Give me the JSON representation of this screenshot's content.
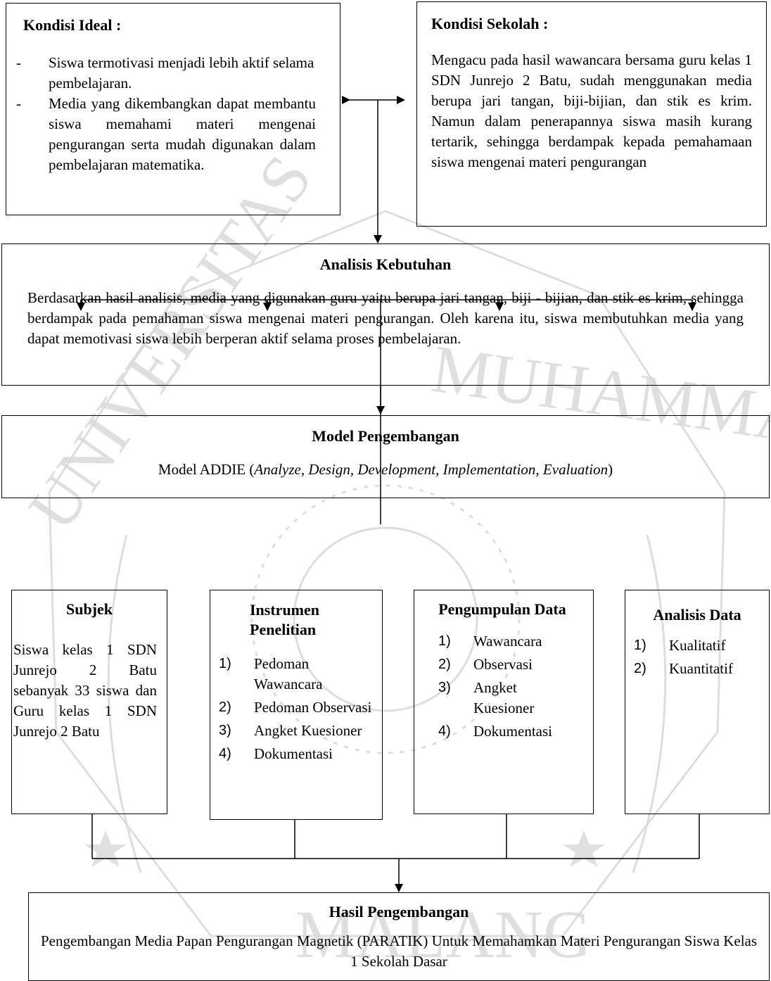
{
  "kondisi_ideal": {
    "title": "Kondisi Ideal :",
    "items": [
      "Siswa termotivasi menjadi lebih aktif selama pembelajaran.",
      "Media yang dikembangkan dapat membantu siswa memahami materi mengenai pengurangan serta mudah digunakan dalam pembelajaran matematika."
    ],
    "bullet": "-"
  },
  "kondisi_sekolah": {
    "title": "Kondisi Sekolah :",
    "text": "Mengacu pada hasil wawancara bersama guru kelas 1 SDN Junrejo 2 Batu, sudah menggunakan media berupa jari tangan, biji-bijian, dan stik es krim. Namun dalam penerapannya siswa masih kurang tertarik, sehingga berdampak kepada pemahamaan siswa mengenai materi pengurangan"
  },
  "analisis_kebutuhan": {
    "title": "Analisis Kebutuhan",
    "text": "Berdasarkan hasil analisis, media yang digunakan guru yaitu berupa jari tangan, biji - bijian, dan stik es krim, sehingga berdampak pada pemahaman siswa mengenai materi pengurangan. Oleh karena itu, siswa membutuhkan media yang dapat memotivasi siswa lebih berperan aktif selama proses pembelajaran."
  },
  "model_pengembangan": {
    "title": "Model Pengembangan",
    "text_prefix": "Model ADDIE (",
    "text_italic": "Analyze, Design, Development, Implementation, Evaluation",
    "text_suffix": ")"
  },
  "subjek": {
    "title": "Subjek",
    "text": "Siswa kelas 1 SDN Junrejo 2 Batu sebanyak 33 siswa dan Guru kelas 1 SDN Junrejo 2 Batu"
  },
  "instrumen": {
    "title": "Instrumen Penelitian",
    "items": [
      {
        "num": "1)",
        "label": "Pedoman Wawancara"
      },
      {
        "num": "2)",
        "label": "Pedoman Observasi"
      },
      {
        "num": "3)",
        "label": "Angket Kuesioner"
      },
      {
        "num": "4)",
        "label": "Dokumentasi"
      }
    ]
  },
  "pengumpulan": {
    "title": "Pengumpulan Data",
    "items": [
      {
        "num": "1)",
        "label": "Wawancara"
      },
      {
        "num": "2)",
        "label": "Observasi"
      },
      {
        "num": "3)",
        "label": "Angket Kuesioner"
      },
      {
        "num": "4)",
        "label": "Dokumentasi"
      }
    ]
  },
  "analisis_data": {
    "title": "Analisis Data",
    "items": [
      {
        "num": "1)",
        "label": "Kualitatif"
      },
      {
        "num": "2)",
        "label": "Kuantitatif"
      }
    ]
  },
  "hasil": {
    "title": "Hasil Pengembangan",
    "text": "Pengembangan Media Papan Pengurangan Magnetik (PARATIK) Untuk Memahamkan Materi Pengurangan Siswa Kelas 1 Sekolah Dasar"
  },
  "watermark": {
    "top_text": "MUHAMMADIYAH",
    "bottom_text": "MALANG",
    "left_text": "UNIVERSITAS",
    "color": "#d9d9d9"
  },
  "colors": {
    "border": "#000000",
    "background": "#ffffff"
  }
}
